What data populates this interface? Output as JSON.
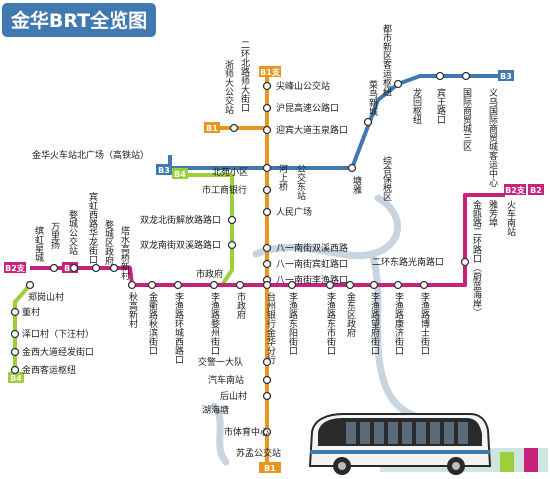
{
  "title": "金华BRT全览图",
  "colors": {
    "B1": "#e8961e",
    "B2": "#c8227c",
    "B3": "#3f79b0",
    "B4": "#9ccf3c",
    "title_bg": "#3f79b0",
    "river": "#c8d4df",
    "bus": "#2a2a2a"
  },
  "line_tags": {
    "b1_branch": "B1支",
    "b1": "B1",
    "b2_branch_east": "B2支",
    "b2_east": "B2",
    "b2_branch_west": "B2支",
    "b2_west": "B2",
    "b3_top": "B3",
    "b3_left": "B3",
    "b4_left": "B4",
    "b4_mid": "B4",
    "b1_bottom": "B1"
  },
  "stations": {
    "b1_north": [
      "浙师大公交站",
      "二环北路师大街口",
      "尖峰山公交站",
      "沪昆高速公路口",
      "迎宾大道玉泉路口"
    ],
    "b3": [
      "金华火车站北广场（高铁站）",
      "塘雅",
      "菜鸟新城",
      "都市新区客运枢纽",
      "综合保税区",
      "龙回枢纽",
      "宾王路口",
      "国际商贸城三区",
      "义乌国际商贸城客运中心"
    ],
    "b1_center": [
      "北苑小区",
      "河上桥",
      "公交东站",
      "市工商银行",
      "人民广场",
      "八一南街双溪西路",
      "八一南街宾虹路口",
      "八一南街李渔路口"
    ],
    "b4": [
      "双龙北街解放路路口",
      "双龙南街双溪路路口",
      "市政府"
    ],
    "b2_west": [
      "缤虹星城",
      "万里扬",
      "婺城公交站",
      "宾虹西路华龙街口",
      "婺城区政府",
      "塔水高桥新村",
      "秋高新村",
      "金衢路秋滨街口",
      "李渔路环城西路口",
      "李渔路婺州街口",
      "市政府"
    ],
    "b2_east": [
      "台州银行金华分行",
      "李渔路东阳街口",
      "李渔路东市街口",
      "金东区政府",
      "李渔路望府街口",
      "李渔路康济街口",
      "李渔路博士街口",
      "二环东路光南路口",
      "金瓯路二环路口（蔚蓝海岸）",
      "雅芳埠",
      "火车南站"
    ],
    "b1_south": [
      "交警一大队",
      "汽车南站",
      "后山村",
      "湖海塘",
      "市体育中心",
      "苏孟公交站"
    ],
    "b4_south": [
      "郑岗山村",
      "董村",
      "泽口村（下汪村）",
      "金西大道经发街口",
      "金西客运枢纽"
    ]
  }
}
